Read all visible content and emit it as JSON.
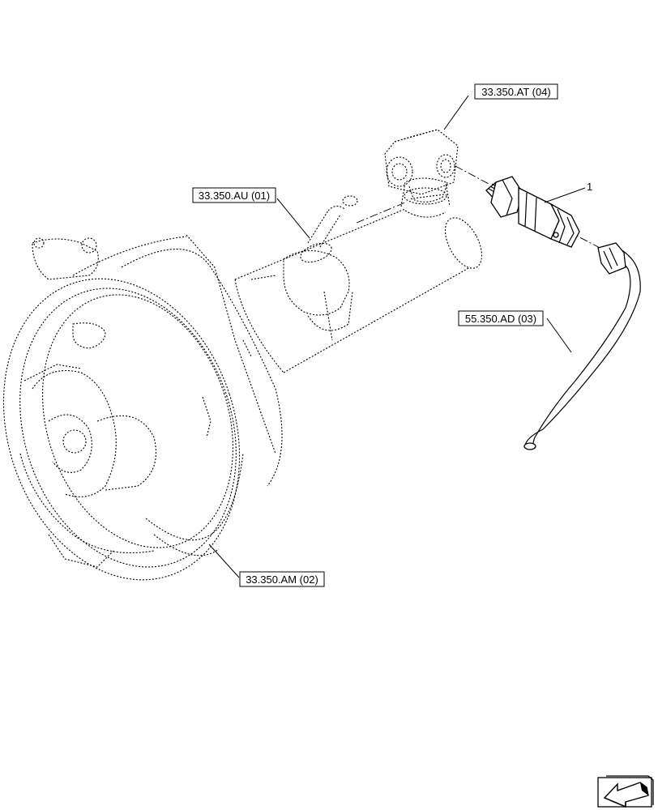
{
  "references": [
    {
      "id": "ref-33-350-at-04",
      "text": "33.350.AT (04)"
    },
    {
      "id": "ref-33-350-au-01",
      "text": "33.350.AU (01)"
    },
    {
      "id": "ref-55-350-ad-03",
      "text": "55.350.AD (03)"
    },
    {
      "id": "ref-33-350-am-02",
      "text": "33.350.AM (02)"
    }
  ],
  "item_callouts": [
    {
      "id": "item-1",
      "text": "1"
    }
  ],
  "nav_icon": "arrow-back-icon"
}
